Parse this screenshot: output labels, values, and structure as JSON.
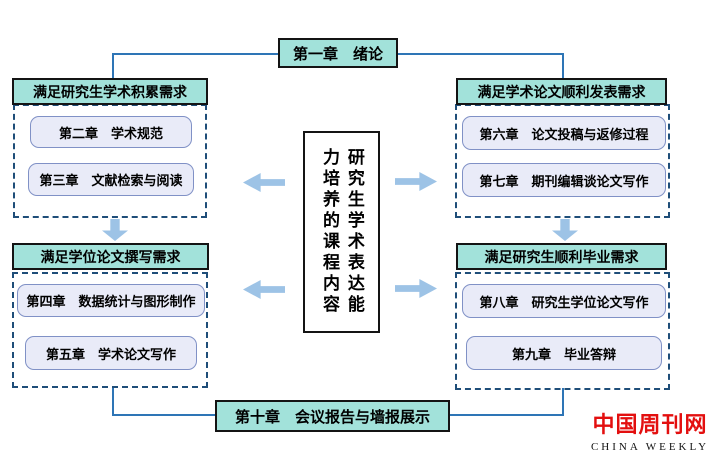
{
  "diagram": {
    "top_node": {
      "label": "第一章　绪论"
    },
    "bottom_node": {
      "label": "第十章　会议报告与墙报展示"
    },
    "center_node": {
      "column_right": "研究生学术表达能",
      "column_left": "力培养的课程内容"
    },
    "groups": [
      {
        "id": "top-left",
        "header": "满足研究生学术积累需求",
        "chapters": [
          "第二章　学术规范",
          "第三章　文献检索与阅读"
        ]
      },
      {
        "id": "top-right",
        "header": "满足学术论文顺利发表需求",
        "chapters": [
          "第六章　论文投稿与返修过程",
          "第七章　期刊编辑谈论文写作"
        ]
      },
      {
        "id": "bottom-left",
        "header": "满足学位论文撰写需求",
        "chapters": [
          "第四章　数据统计与图形制作",
          "第五章　学术论文写作"
        ]
      },
      {
        "id": "bottom-right",
        "header": "满足研究生顺利毕业需求",
        "chapters": [
          "第八章　研究生学位论文写作",
          "第九章　毕业答辩"
        ]
      }
    ]
  },
  "watermark": {
    "cn": "中国周刊网",
    "en": "CHINA WEEKLY"
  },
  "colors": {
    "node_fill": "#A2E2DA",
    "chapter_fill": "#E9EBF8",
    "chapter_border": "#8091C6",
    "arrow_fill": "#9DC3E6",
    "connector_line": "#2E75B6",
    "group_dash_border": "#1F4E79",
    "logo_red": "#E30F0F"
  }
}
